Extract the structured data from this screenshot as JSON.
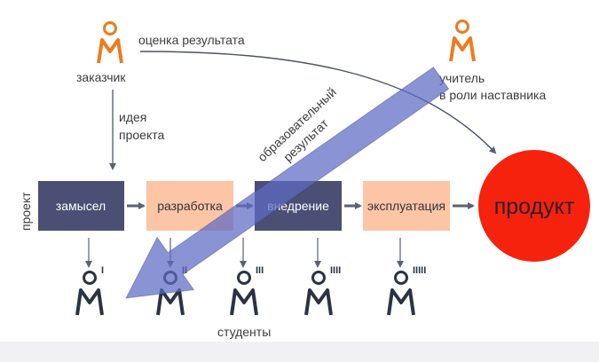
{
  "customer": {
    "label": "заказчик"
  },
  "teacher": {
    "label_line1": "учитель",
    "label_line2": "в роли наставника"
  },
  "feedback": {
    "label": "оценка результата"
  },
  "idea": {
    "line1": "идея",
    "line2": "проекта"
  },
  "project_label": "проект",
  "edu_result": {
    "line1": "образовательный",
    "line2": "результат"
  },
  "stages": [
    {
      "label": "замысел"
    },
    {
      "label": "разработка"
    },
    {
      "label": "внедрение"
    },
    {
      "label": "эксплуатация"
    }
  ],
  "product": {
    "label": "продукт"
  },
  "students": {
    "label": "студенты",
    "marks": [
      "I",
      "II",
      "III",
      "IIII",
      "IIIII"
    ]
  },
  "colors": {
    "orange_person": "#f07a1e",
    "stage_dark": "#4b4f74",
    "stage_light": "#fcc5a5",
    "product_red": "#f5220e",
    "big_arrow": "#5d69c4",
    "student_icon": "#2b3343"
  }
}
